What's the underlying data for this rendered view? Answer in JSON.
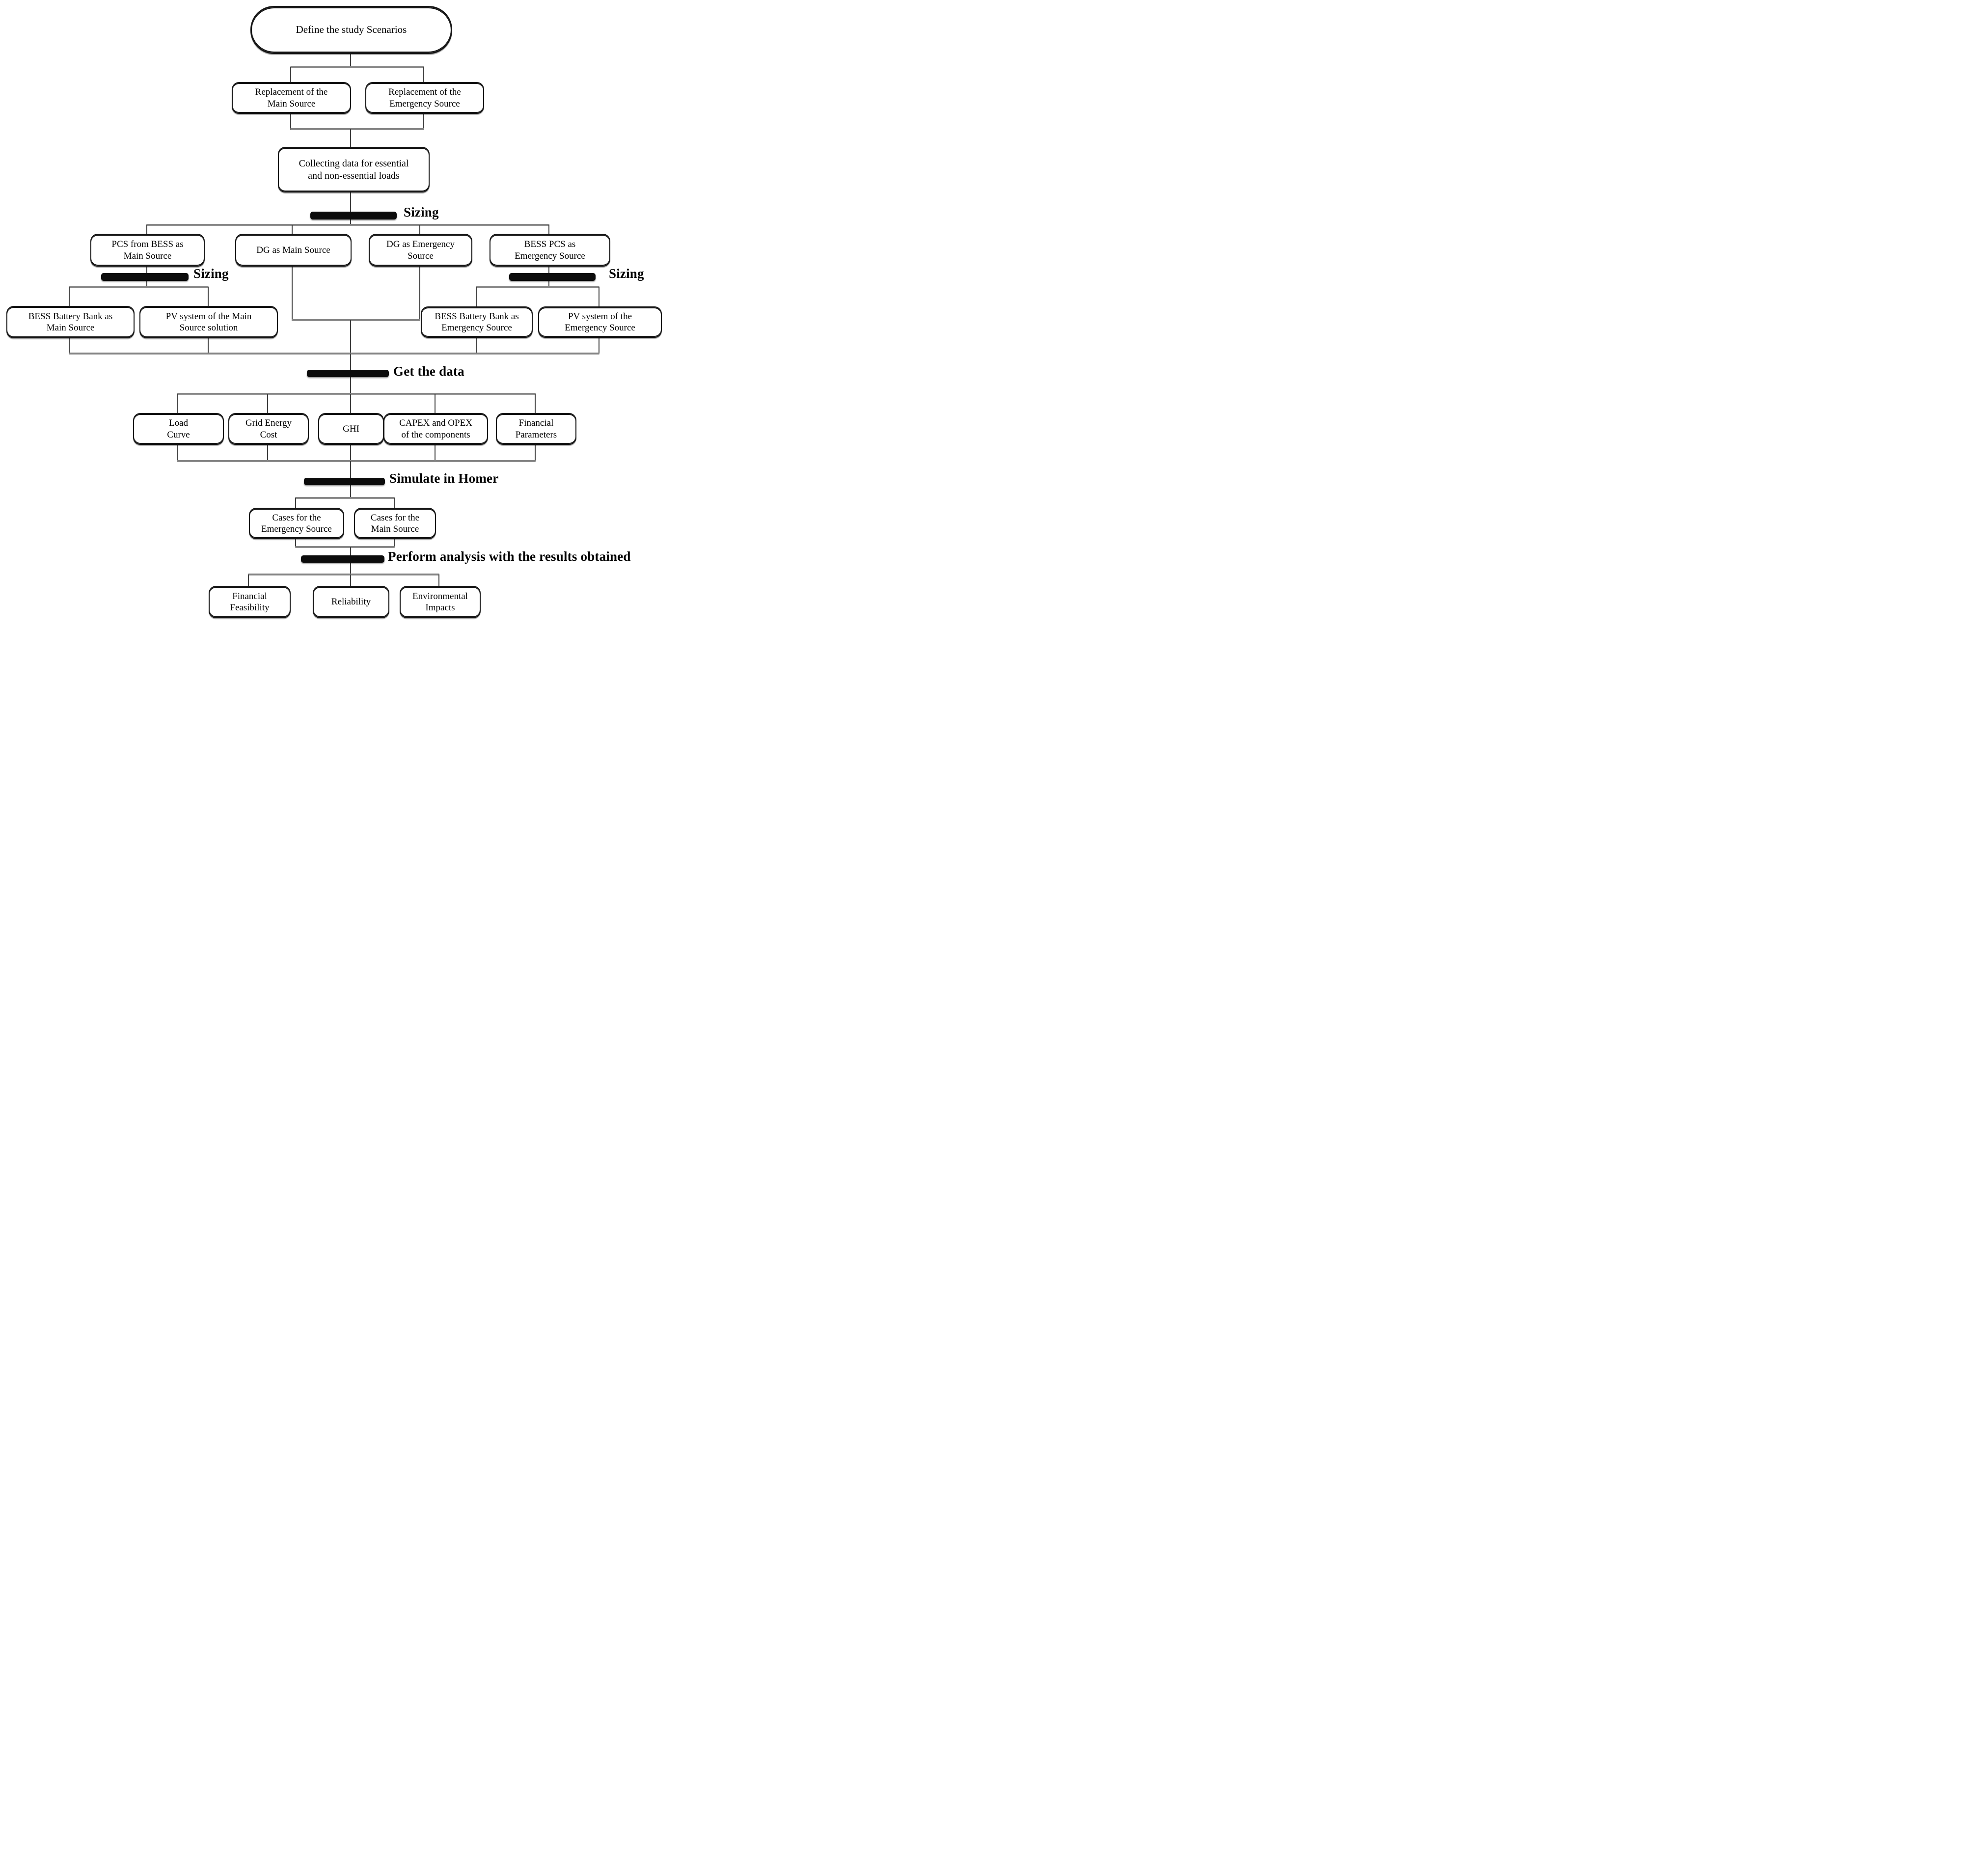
{
  "figure": {
    "start": "Define the study Scenarios",
    "scenarios": [
      "Replacement of the\nMain Source",
      "Replacement of the\nEmergency Source"
    ],
    "collecting": "Collecting data for essential\nand non-essential loads",
    "process_labels": {
      "sizing_top": "Sizing",
      "sizing_left": "Sizing",
      "sizing_right": "Sizing",
      "get_data": "Get the data",
      "simulate": "Simulate in Homer",
      "perform": "Perform analysis with the results obtained"
    },
    "sizing_outputs": [
      "PCS from BESS as\nMain Source",
      "DG as Main Source",
      "DG as Emergency\nSource",
      "BESS PCS as\nEmergency Source"
    ],
    "main_solution_components": [
      "BESS Battery Bank as\nMain Source",
      "PV system of the Main\nSource solution"
    ],
    "emergency_solution_components": [
      "BESS Battery Bank as\nEmergency Source",
      "PV system of the\nEmergency Source"
    ],
    "data_inputs": [
      "Load\nCurve",
      "Grid Energy\nCost",
      "GHI",
      "CAPEX and OPEX\nof the components",
      "Financial\nParameters"
    ],
    "simulation_cases": [
      "Cases for the\nEmergency Source",
      "Cases for the\nMain Source"
    ],
    "analysis_results": [
      "Financial\nFeasibility",
      "Reliability",
      "Environmental\nImpacts"
    ],
    "colors": {
      "process_bar": "#0c0c0c",
      "box_border": "#141414",
      "connector": "#858585",
      "background": "#ffffff"
    }
  }
}
